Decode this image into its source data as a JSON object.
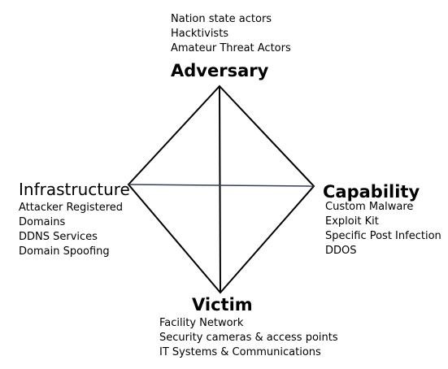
{
  "adversary": {
    "title": "Adversary",
    "items": [
      "Nation state actors",
      "Hacktivists",
      "Amateur Threat Actors"
    ]
  },
  "infrastructure": {
    "title": "Infrastructure",
    "items": [
      "Attacker Registered",
      "Domains",
      "DDNS Services",
      "Domain Spoofing"
    ]
  },
  "capability": {
    "title": "Capability",
    "items": [
      "Custom Malware",
      "Exploit Kit",
      "Specific Post Infection",
      "DDOS"
    ]
  },
  "victim": {
    "title": "Victim",
    "items": [
      "Facility Network",
      "Security cameras & access points",
      "IT Systems & Communications"
    ]
  },
  "colors": {
    "outline": "#000000",
    "horizontal_axis": "#2f3f5f"
  }
}
